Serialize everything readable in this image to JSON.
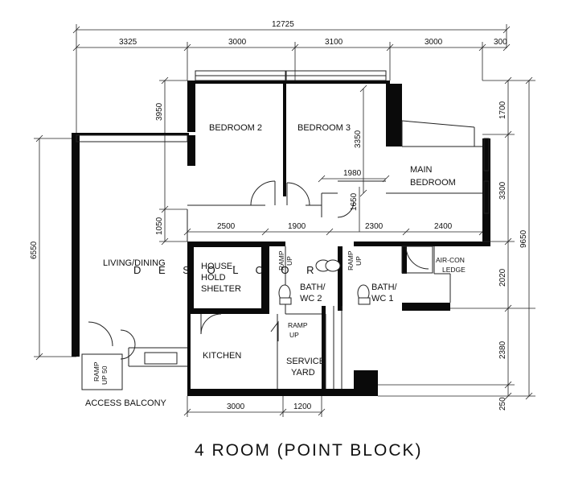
{
  "plan": {
    "caption": "4 ROOM (POINT BLOCK)",
    "watermark": "D E S O L O O R",
    "rooms": {
      "bedroom2": "BEDROOM 2",
      "bedroom3": "BEDROOM 3",
      "main_bedroom_1": "MAIN",
      "main_bedroom_2": "BEDROOM",
      "living_dining": "LIVING/DINING",
      "household_1": "HOUSE-",
      "household_2": "HOLD",
      "household_3": "SHELTER",
      "bath2_1": "BATH/",
      "bath2_2": "WC 2",
      "bath1_1": "BATH/",
      "bath1_2": "WC 1",
      "aircon_1": "AIR-CON",
      "aircon_2": "LEDGE",
      "kitchen": "KITCHEN",
      "service_1": "SERVICE",
      "service_2": "YARD",
      "access_balcony": "ACCESS BALCONY"
    },
    "ramps": {
      "ramp_a_1": "RAMP",
      "ramp_a_2": "UP",
      "ramp_b_1": "RAMP",
      "ramp_b_2": "UP",
      "ramp_c_1": "RAMP",
      "ramp_c_2": "UP",
      "ramp_d_1": "RAMP",
      "ramp_d_2": "UP 50"
    },
    "dimensions": {
      "overall_width": "12725",
      "top_1": "3325",
      "top_2": "3000",
      "top_3": "3100",
      "top_4": "3000",
      "top_5": "300",
      "mid_1": "2500",
      "mid_2": "1900",
      "mid_3": "2300",
      "mid_4": "2400",
      "bottom_1": "3000",
      "bottom_2": "1200",
      "right_1": "1700",
      "right_2": "3300",
      "right_3": "2020",
      "right_4": "2380",
      "right_5": "250",
      "right_total": "9650",
      "left_total": "6550",
      "left_bed_1": "3950",
      "left_bed_2": "1050",
      "bed3_height": "3350",
      "main_bed_width": "1980",
      "main_bed_door": "1650"
    }
  }
}
